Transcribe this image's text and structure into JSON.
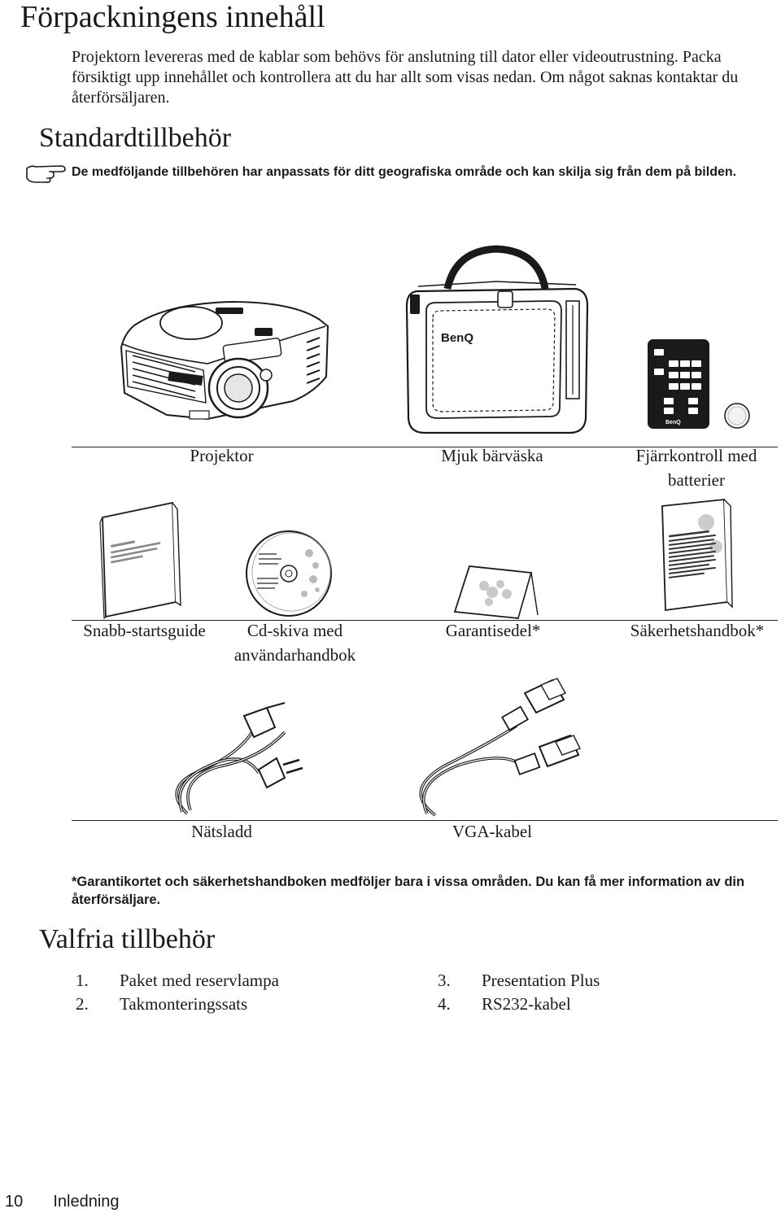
{
  "page": {
    "title": "Förpackningens innehåll",
    "intro": "Projektorn levereras med de kablar som behövs för anslutning till dator eller videoutrustning. Packa försiktigt upp innehållet och kontrollera att du har allt som visas nedan. Om något saknas kontaktar du återförsäljaren."
  },
  "standard": {
    "heading": "Standardtillbehör",
    "note_icon": "pointing-hand-icon",
    "note": "De medföljande tillbehören har anpassats för ditt geografiska område och kan skilja sig från dem på bilden."
  },
  "items": {
    "row1": [
      "Projektor",
      "Mjuk bärväska",
      "Fjärrkontroll med batterier"
    ],
    "row2": [
      "Snabb-startsguide",
      "Cd-skiva med användarhandbok",
      "Garantisedel*",
      "Säkerhetshandbok*"
    ],
    "row3": [
      "Nätsladd",
      "VGA-kabel"
    ]
  },
  "illustration_text": {
    "brand": "BenQ"
  },
  "footnote": "*Garantikortet och säkerhetshandboken medföljer bara i vissa områden. Du kan få mer information av din återförsäljare.",
  "optional": {
    "heading": "Valfria tillbehör",
    "items": [
      {
        "num": "1.",
        "label": "Paket med reservlampa"
      },
      {
        "num": "2.",
        "label": "Takmonteringssats"
      },
      {
        "num": "3.",
        "label": "Presentation Plus"
      },
      {
        "num": "4.",
        "label": "RS232-kabel"
      }
    ]
  },
  "footer": {
    "page_number": "10",
    "section": "Inledning"
  }
}
